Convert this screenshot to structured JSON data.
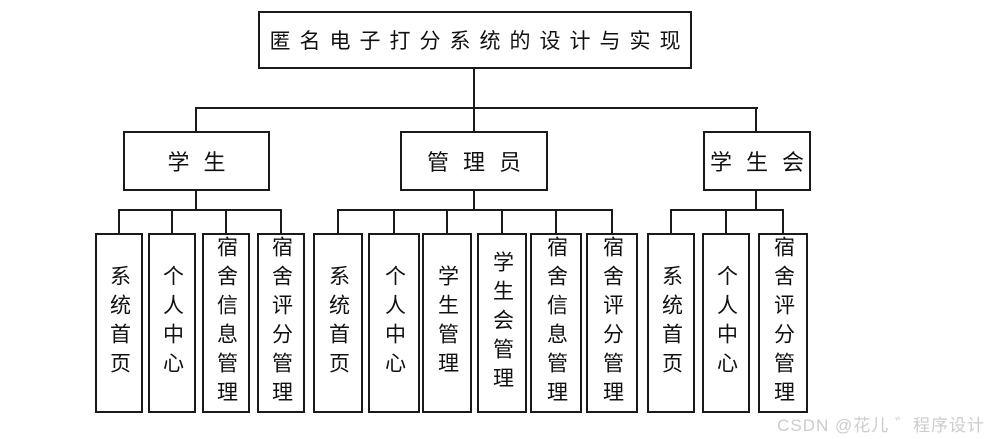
{
  "diagram": {
    "title": "匿名电子打分系统的设计与实现",
    "watermark": "CSDN @花儿 ゛程序设计",
    "colors": {
      "line": "#1a1a1a",
      "watermark": "#cccccc"
    },
    "groups": [
      {
        "label": "学生",
        "children": [
          "系统首页",
          "个人中心",
          "宿舍信息管理",
          "宿舍评分管理"
        ]
      },
      {
        "label": "管理员",
        "children": [
          "系统首页",
          "个人中心",
          "学生管理",
          "学生会管理",
          "宿舍信息管理",
          "宿舍评分管理"
        ]
      },
      {
        "label": "学生会",
        "children": [
          "系统首页",
          "个人中心",
          "宿舍评分管理"
        ]
      }
    ]
  }
}
